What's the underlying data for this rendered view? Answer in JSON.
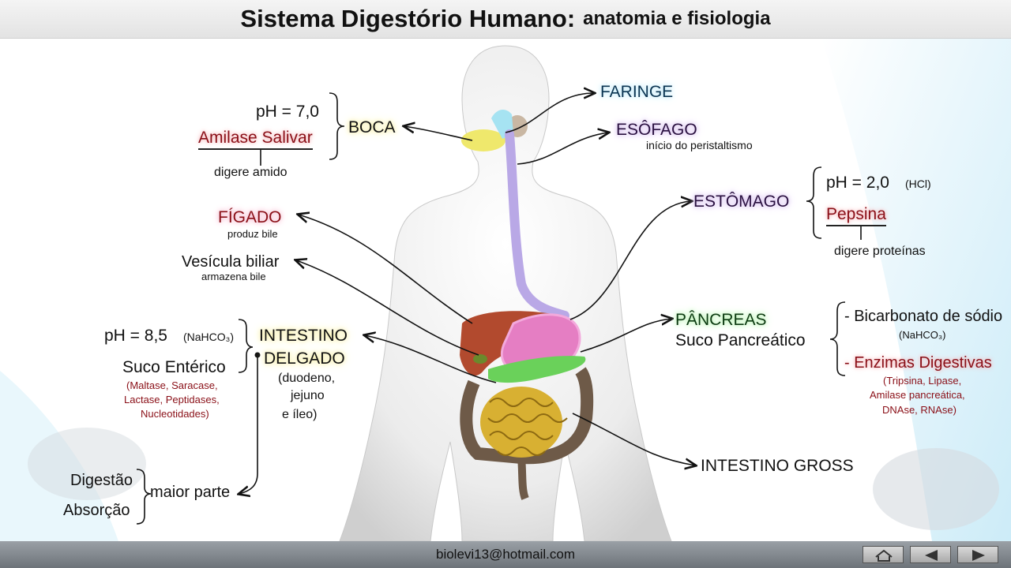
{
  "title": {
    "main": "Sistema Digestório Humano:",
    "sub": "anatomia e fisiologia"
  },
  "boca": {
    "name": "BOCA",
    "ph": "pH = 7,0",
    "enzyme": "Amilase Salivar",
    "action": "digere amido"
  },
  "faringe": {
    "name": "FARINGE"
  },
  "esofago": {
    "name": "ESÔFAGO",
    "note": "início do peristaltismo"
  },
  "estomago": {
    "name": "ESTÔMAGO",
    "ph": "pH = 2,0",
    "ph_note": "(HCl)",
    "enzyme": "Pepsina",
    "action": "digere proteínas"
  },
  "figado": {
    "name": "FÍGADO",
    "note": "produz bile"
  },
  "vesicula": {
    "name": "Vesícula biliar",
    "note": "armazena bile"
  },
  "pancreas": {
    "name": "PÂNCREAS",
    "juice": "Suco Pancreático",
    "item1": "- Bicarbonato de sódio",
    "item1_formula": "(NaHCO₃)",
    "item2": "- Enzimas Digestivas",
    "enzymes": [
      "(Tripsina, Lipase,",
      "Amilase pancreática,",
      "DNAse, RNAse)"
    ]
  },
  "intestino_delgado": {
    "name_line1": "INTESTINO",
    "name_line2": "DELGADO",
    "parts": [
      "(duodeno,",
      "jejuno",
      "e íleo)"
    ],
    "ph": "pH = 8,5",
    "ph_note": "(NaHCO₃)",
    "juice": "Suco Entérico",
    "enzymes": [
      "(Maltase, Saracase,",
      "Lactase, Peptidases,",
      "Nucleotidades)"
    ]
  },
  "functions": {
    "item1": "Digestão",
    "item2": "Absorção",
    "note": "maior parte"
  },
  "intestino_grosso": {
    "name": "INTESTINO GROSS"
  },
  "footer": {
    "email": "biolevi13@hotmail.com"
  },
  "colors": {
    "enzyme_red": "#8a0f17",
    "body": "#e9e9e9"
  }
}
